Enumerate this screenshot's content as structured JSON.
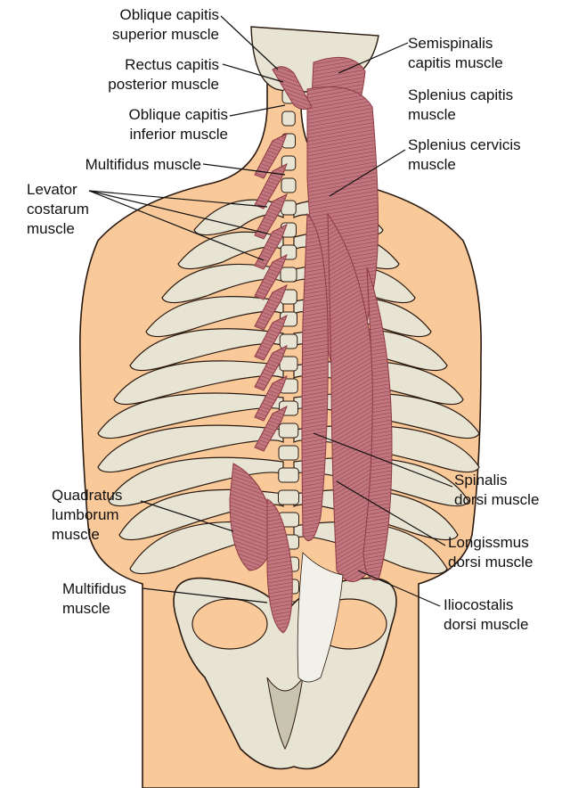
{
  "labels": {
    "oblique_capitis_superior": "Oblique capitis\nsuperior muscle",
    "rectus_capitis_posterior": "Rectus capitis\nposterior muscle",
    "oblique_capitis_inferior": "Oblique capitis\ninferior muscle",
    "multifidus_upper": "Multifidus muscle",
    "levator_costarum": "Levator\ncostarum\nmuscle",
    "quadratus_lumborum": "Quadratus\nlumborum\nmuscle",
    "multifidus_lower": "Multifidus\nmuscle",
    "semispinalis_capitis": "Semispinalis\ncapitis muscle",
    "splenius_capitis": "Splenius capitis\nmuscle",
    "splenius_cervicis": "Splenius cervicis\nmuscle",
    "spinalis_dorsi": "Spinalis\ndorsi muscle",
    "longissmus_dorsi": "Longissmus\ndorsi muscle",
    "iliocostalis_dorsi": "Iliocostalis\ndorsi muscle"
  },
  "colors": {
    "skin": "#f9c99a",
    "skin_outline": "#2a1a10",
    "bone": "#e8e4d4",
    "bone_shadow": "#c9c4b0",
    "muscle": "#c0767e",
    "muscle_dark": "#8e3a44",
    "tendon": "#f2f0ea",
    "leader": "#111111"
  }
}
